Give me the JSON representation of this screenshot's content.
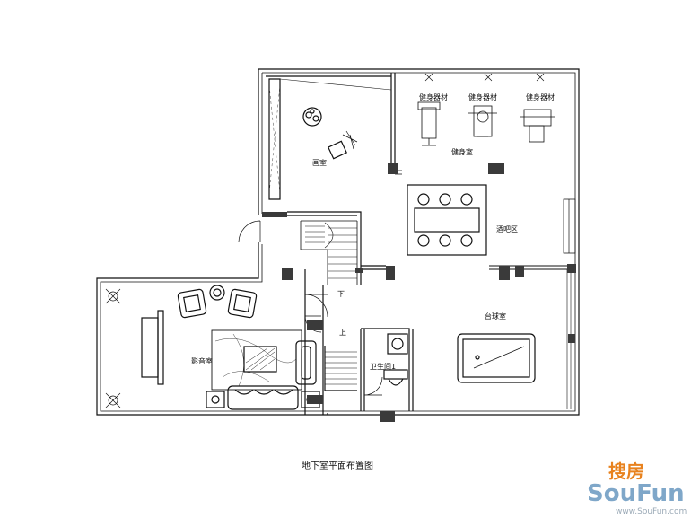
{
  "labels": {
    "studio": "画室",
    "equipment_1": "健身器材",
    "equipment_2": "健身器材",
    "equipment_3": "健身器材",
    "gym": "健身室",
    "bar": "酒吧区",
    "theater": "影音室",
    "billiards": "台球室",
    "bathroom": "卫生间1",
    "stair_down": "下",
    "stair_up": "上"
  },
  "caption": "地下室平面布置图",
  "watermark": {
    "cn": "搜房",
    "en": "SouFun",
    "url": "www.SouFun.com",
    "color_cn": "#e8821e",
    "color_en": "#7fa7c9"
  },
  "colors": {
    "line": "#111111",
    "wall_fill": "#3a3a3a"
  }
}
